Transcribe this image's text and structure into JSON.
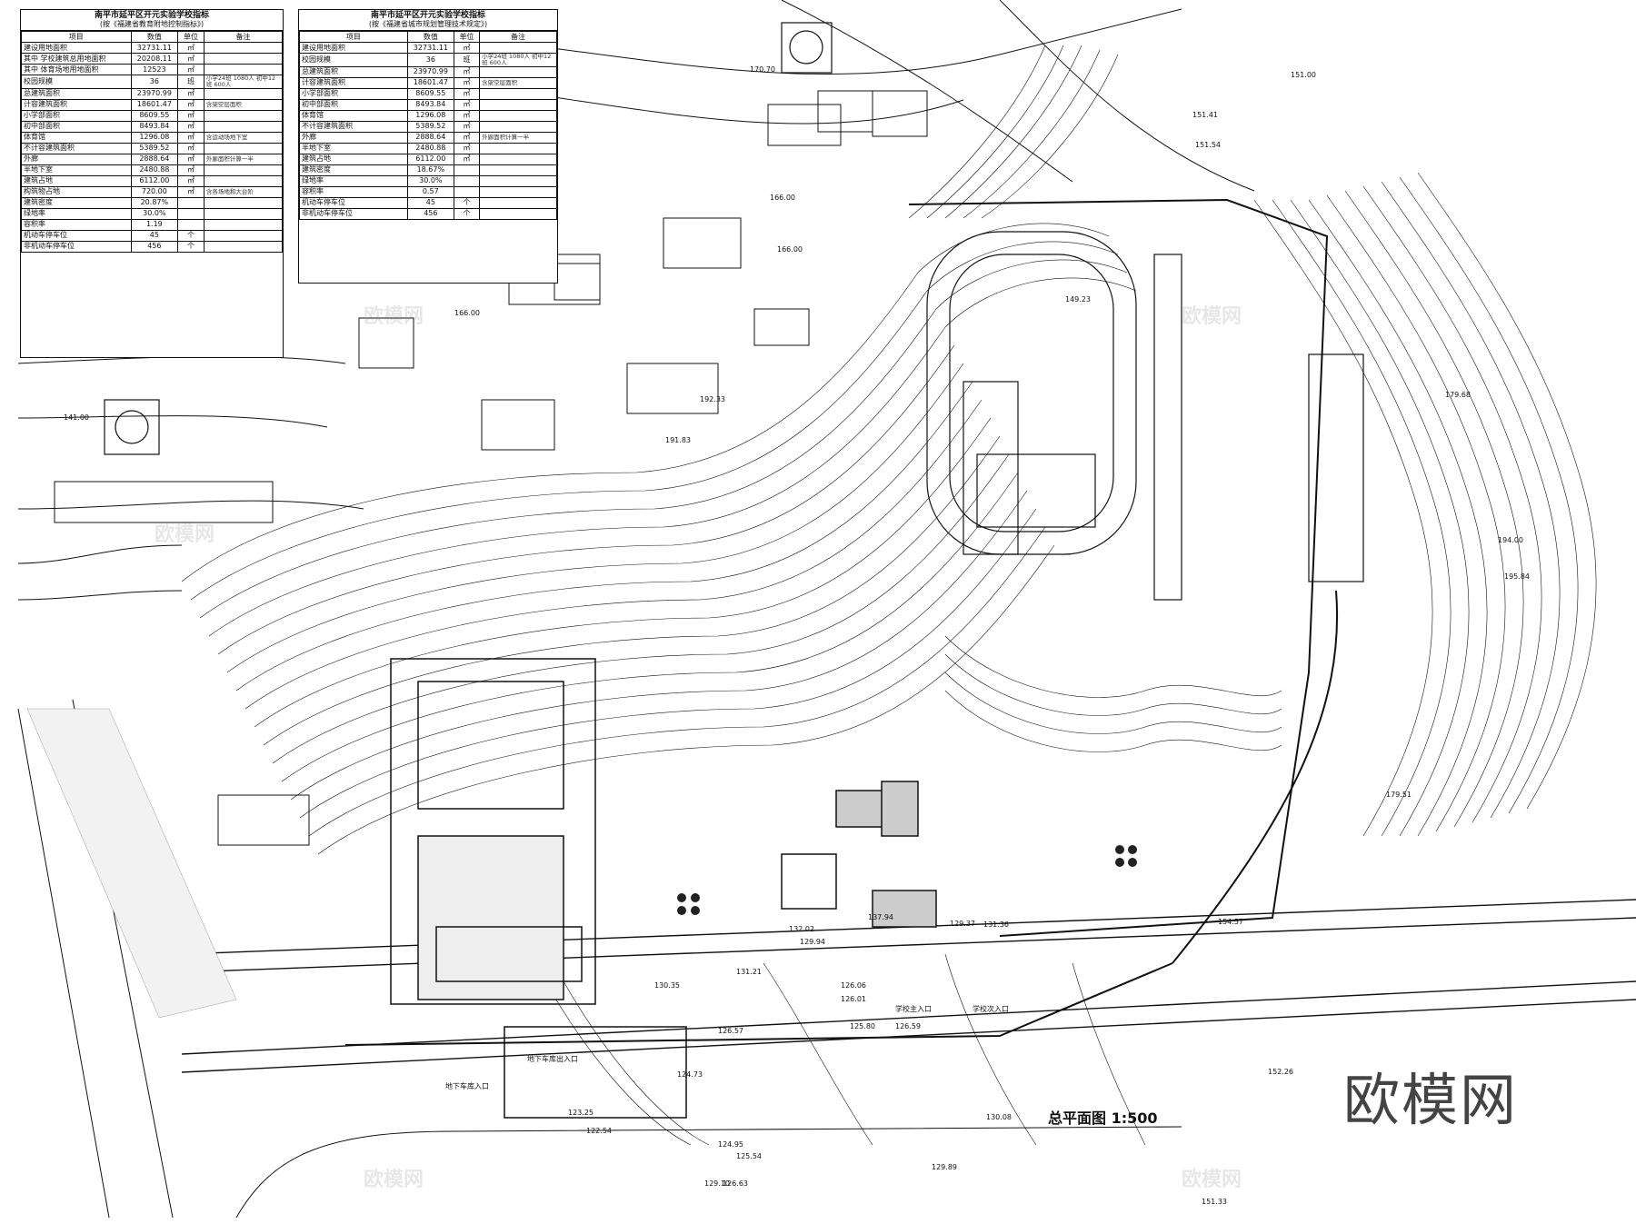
{
  "table_left": {
    "title": "南平市延平区开元实验学校指标",
    "subtitle": "(按《福建省教育附地控制指标》)",
    "header": [
      "项目",
      "数值",
      "单位",
      "备注"
    ],
    "rows": [
      {
        "label": "建设用地面积",
        "value": "32731.11",
        "unit": "㎡",
        "note": ""
      },
      {
        "label": "其中 学校建筑总用地面积",
        "value": "20208.11",
        "unit": "㎡",
        "note": ""
      },
      {
        "label": "其中 体育场地用地面积",
        "value": "12523",
        "unit": "㎡",
        "note": ""
      },
      {
        "label": "校园规模",
        "value": "36",
        "unit": "班",
        "note": "小学24班 1080人 初中12班 600人"
      },
      {
        "label": "总建筑面积",
        "value": "23970.99",
        "unit": "㎡",
        "note": ""
      },
      {
        "label": "计容建筑面积",
        "value": "18601.47",
        "unit": "㎡",
        "note": "含架空层面积"
      },
      {
        "label": "小学部面积",
        "value": "8609.55",
        "unit": "㎡",
        "note": ""
      },
      {
        "label": "初中部面积",
        "value": "8493.84",
        "unit": "㎡",
        "note": ""
      },
      {
        "label": "体育馆",
        "value": "1296.08",
        "unit": "㎡",
        "note": "含运动场地下室"
      },
      {
        "label": "不计容建筑面积",
        "value": "5389.52",
        "unit": "㎡",
        "note": ""
      },
      {
        "label": "外廊",
        "value": "2888.64",
        "unit": "㎡",
        "note": "外廊面积计算一半"
      },
      {
        "label": "半地下室",
        "value": "2480.88",
        "unit": "㎡",
        "note": ""
      },
      {
        "label": "建筑占地",
        "value": "6112.00",
        "unit": "㎡",
        "note": ""
      },
      {
        "label": "构筑物占地",
        "value": "720.00",
        "unit": "㎡",
        "note": "含各场地和大台阶"
      },
      {
        "label": "建筑密度",
        "value": "20.87%",
        "unit": "",
        "note": ""
      },
      {
        "label": "绿地率",
        "value": "30.0%",
        "unit": "",
        "note": ""
      },
      {
        "label": "容积率",
        "value": "1.19",
        "unit": "",
        "note": ""
      },
      {
        "label": "机动车停车位",
        "value": "45",
        "unit": "个",
        "note": ""
      },
      {
        "label": "非机动车停车位",
        "value": "456",
        "unit": "个",
        "note": ""
      }
    ]
  },
  "table_right": {
    "title": "南平市延平区开元实验学校指标",
    "subtitle": "(按《福建省城市规划管理技术规定》)",
    "header": [
      "项目",
      "数值",
      "单位",
      "备注"
    ],
    "rows": [
      {
        "label": "建设用地面积",
        "value": "32731.11",
        "unit": "㎡",
        "note": ""
      },
      {
        "label": "校园规模",
        "value": "36",
        "unit": "班",
        "note": "小学24班 1080人 初中12班 600人"
      },
      {
        "label": "总建筑面积",
        "value": "23970.99",
        "unit": "㎡",
        "note": ""
      },
      {
        "label": "计容建筑面积",
        "value": "18601.47",
        "unit": "㎡",
        "note": "含架空层面积"
      },
      {
        "label": "小学部面积",
        "value": "8609.55",
        "unit": "㎡",
        "note": ""
      },
      {
        "label": "初中部面积",
        "value": "8493.84",
        "unit": "㎡",
        "note": ""
      },
      {
        "label": "体育馆",
        "value": "1296.08",
        "unit": "㎡",
        "note": ""
      },
      {
        "label": "不计容建筑面积",
        "value": "5389.52",
        "unit": "㎡",
        "note": ""
      },
      {
        "label": "外廊",
        "value": "2888.64",
        "unit": "㎡",
        "note": "外廊面积计算一半"
      },
      {
        "label": "半地下室",
        "value": "2480.88",
        "unit": "㎡",
        "note": ""
      },
      {
        "label": "建筑占地",
        "value": "6112.00",
        "unit": "㎡",
        "note": ""
      },
      {
        "label": "建筑密度",
        "value": "18.67%",
        "unit": "",
        "note": ""
      },
      {
        "label": "绿地率",
        "value": "30.0%",
        "unit": "",
        "note": ""
      },
      {
        "label": "容积率",
        "value": "0.57",
        "unit": "",
        "note": ""
      },
      {
        "label": "机动车停车位",
        "value": "45",
        "unit": "个",
        "note": ""
      },
      {
        "label": "非机动车停车位",
        "value": "456",
        "unit": "个",
        "note": ""
      }
    ]
  },
  "elevations": [
    "170.70",
    "151.00",
    "166.00",
    "166.00",
    "166.00",
    "141.00",
    "192.33",
    "191.83",
    "149.23",
    "151.54",
    "151.41",
    "179.68",
    "194.00",
    "195.84",
    "179.51",
    "154.57",
    "152.26",
    "126.01",
    "125.80",
    "126.59",
    "131.21",
    "130.35",
    "126.06",
    "126.57",
    "124.73",
    "123.25",
    "122.54",
    "124.95",
    "125.54",
    "126.63",
    "129.10",
    "129.89",
    "130.08",
    "151.33",
    "132.02",
    "129.94",
    "137.94",
    "131.36",
    "129.37"
  ],
  "drawing_title": "总平面图 1:500",
  "brand": "欧模网",
  "watermark": "欧模网",
  "entrances": [
    "学校主入口",
    "学校次入口",
    "地下车库出入口",
    "地下车库入口"
  ],
  "colors": {
    "ink": "#111111",
    "paper": "#ffffff",
    "watermark": "#b0b0b0"
  }
}
